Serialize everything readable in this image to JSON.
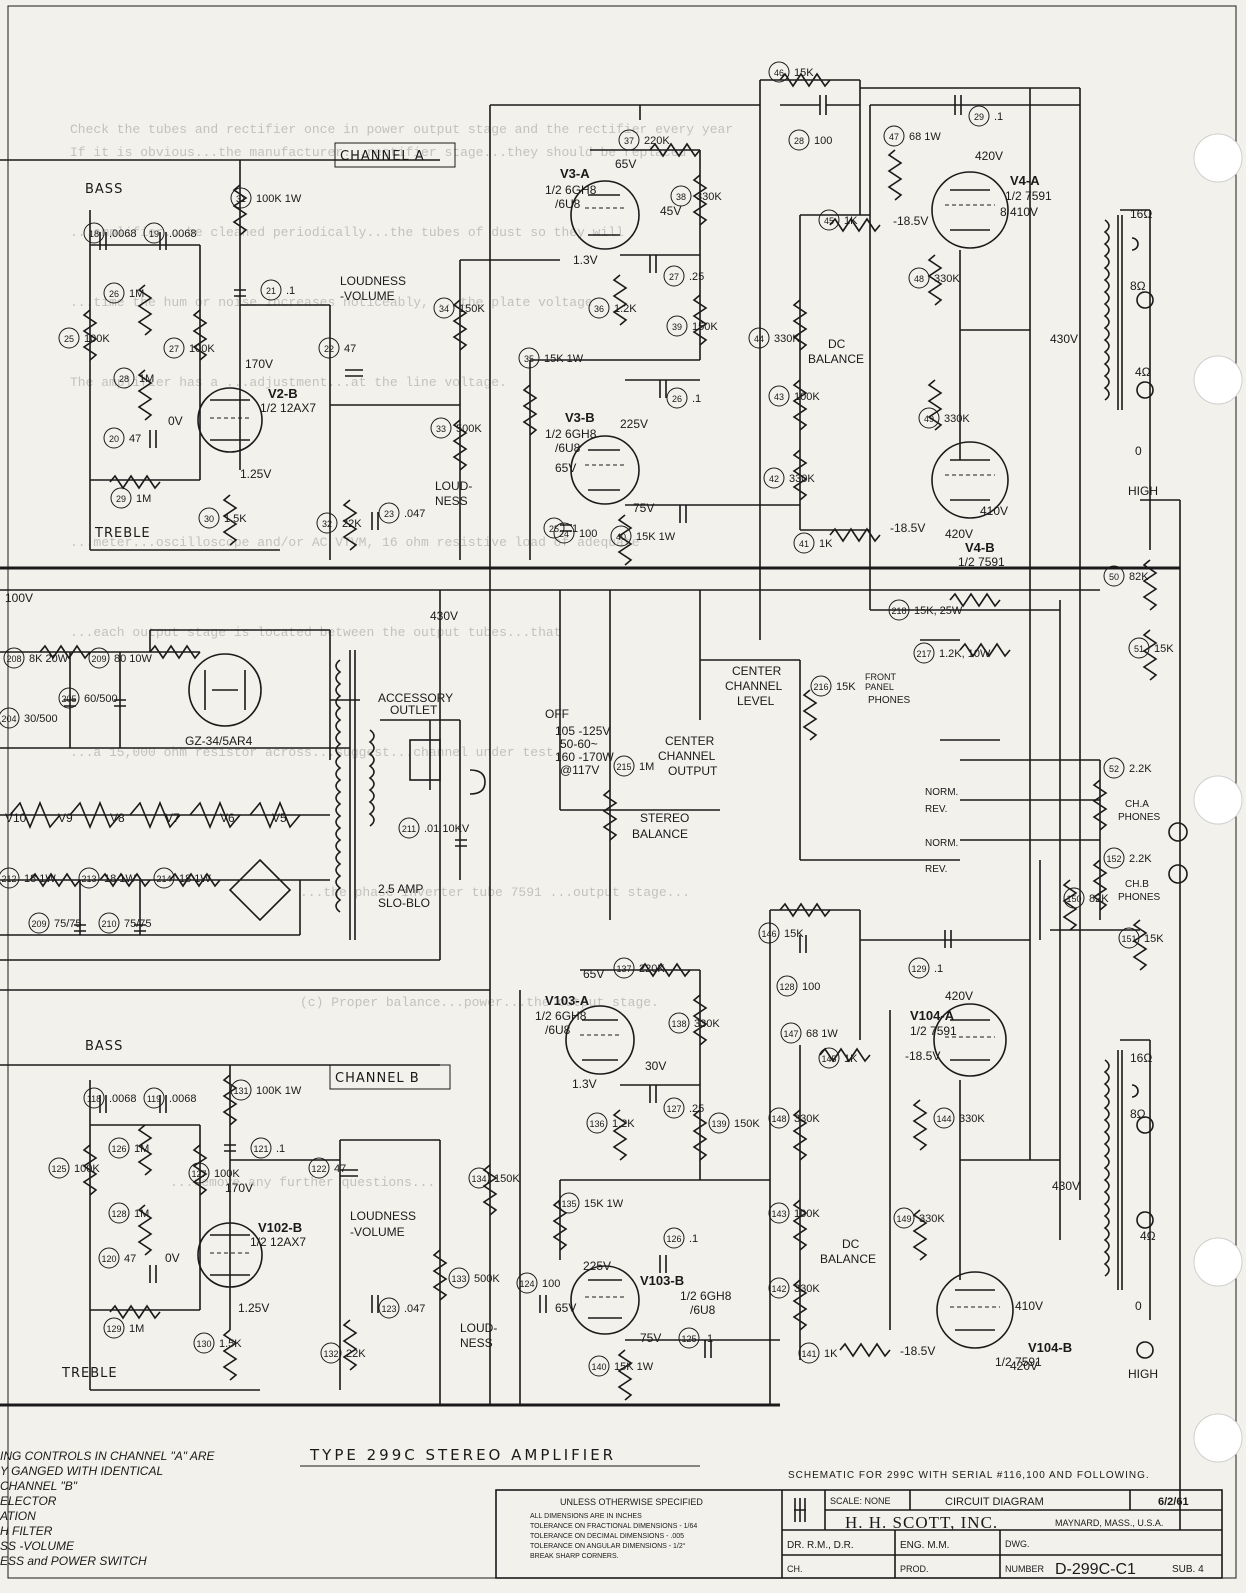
{
  "sheet": {
    "title": "TYPE 299C STEREO AMPLIFIER",
    "schematic_note": "SCHEMATIC FOR 299C WITH SERIAL #116,100 AND FOLLOWING."
  },
  "channels": {
    "a": "CHANNEL A",
    "b": "CHANNEL B"
  },
  "labels": {
    "bass": "BASS",
    "treble": "TREBLE",
    "loudness_volume_1": "LOUDNESS",
    "loudness_volume_2": "-VOLUME",
    "loudness_1": "LOUD-",
    "loudness_2": "NESS",
    "dc_balance_1": "DC",
    "dc_balance_2": "BALANCE",
    "stereo_balance_1": "STEREO",
    "stereo_balance_2": "BALANCE",
    "center_level_1": "CENTER",
    "center_level_2": "CHANNEL",
    "center_level_3": "LEVEL",
    "center_output_1": "CENTER",
    "center_output_2": "CHANNEL",
    "center_output_3": "OUTPUT",
    "accessory_1": "ACCESSORY",
    "accessory_2": "OUTLET",
    "front_panel_1": "FRONT",
    "front_panel_2": "PANEL",
    "phones": "PHONES",
    "cha_phones_1": "CH.A",
    "cha_phones_2": "PHONES",
    "chb_phones_1": "CH.B",
    "chb_phones_2": "PHONES",
    "norm": "NORM.",
    "rev": "REV.",
    "high": "HIGH",
    "off": "OFF",
    "mains_1": "105 -125V",
    "mains_2": "50-60~",
    "mains_3": "160 -170W",
    "mains_4": "@117V",
    "fuse_1": "2.5 AMP",
    "fuse_2": "SLO-BLO",
    "rectifier": "GZ-34/5AR4"
  },
  "tubes": {
    "v3a": [
      "V3-A",
      "1/2 6GH8",
      "/6U8"
    ],
    "v3b": [
      "V3-B",
      "1/2 6GH8",
      "/6U8"
    ],
    "v4a": [
      "V4-A",
      "1/2 7591"
    ],
    "v4b": [
      "V4-B",
      "1/2 7591"
    ],
    "v2b": [
      "V2-B",
      "1/2 12AX7"
    ],
    "v103a": [
      "V103-A",
      "1/2 6GH8",
      "/6U8"
    ],
    "v103b": [
      "V103-B",
      "1/2 6GH8",
      "/6U8"
    ],
    "v104a": [
      "V104-A",
      "1/2 7591"
    ],
    "v104b": [
      "V104-B",
      "1/2 7591"
    ],
    "v102b": [
      "V102-B",
      "1/2 12AX7"
    ],
    "heaters": [
      "V10",
      "V9",
      "V8",
      "V7",
      "V6",
      "V5"
    ]
  },
  "voltages": [
    "65V",
    "45V",
    "1.3V",
    "225V",
    "75V",
    "420V",
    "410V",
    "-18.5V",
    "430V",
    "170V",
    "0V",
    "1.25V",
    "100V",
    "30V",
    "1.3V",
    "65V",
    "8 410V"
  ],
  "taps": [
    "16Ω",
    "8Ω",
    "4Ω",
    "0",
    "16Ω",
    "8Ω",
    "4Ω",
    "0"
  ],
  "components_a": [
    {
      "ref": "46",
      "val": "15K"
    },
    {
      "ref": "28",
      "val": "100"
    },
    {
      "ref": "29",
      "val": ".1"
    },
    {
      "ref": "37",
      "val": "220K"
    },
    {
      "ref": "38",
      "val": "330K"
    },
    {
      "ref": "47",
      "val": "68 1W"
    },
    {
      "ref": "45",
      "val": "1K"
    },
    {
      "ref": "27",
      "val": ".25"
    },
    {
      "ref": "36",
      "val": "1.2K"
    },
    {
      "ref": "39",
      "val": "150K"
    },
    {
      "ref": "48",
      "val": "330K"
    },
    {
      "ref": "44",
      "val": "330K"
    },
    {
      "ref": "35",
      "val": "15K 1W"
    },
    {
      "ref": "26",
      "val": ".1"
    },
    {
      "ref": "43",
      "val": "100K"
    },
    {
      "ref": "49",
      "val": "330K"
    },
    {
      "ref": "42",
      "val": "330K"
    },
    {
      "ref": "25",
      "val": ".1"
    },
    {
      "ref": "24",
      "val": "100"
    },
    {
      "ref": "40",
      "val": "15K 1W"
    },
    {
      "ref": "41",
      "val": "1K"
    },
    {
      "ref": "31",
      "val": "100K 1W"
    },
    {
      "ref": "18",
      "val": ".0068"
    },
    {
      "ref": "19",
      "val": ".0068"
    },
    {
      "ref": "21",
      "val": ".1"
    },
    {
      "ref": "26",
      "val": "1M"
    },
    {
      "ref": "25",
      "val": "100K"
    },
    {
      "ref": "27",
      "val": "100K"
    },
    {
      "ref": "28",
      "val": "1M"
    },
    {
      "ref": "20",
      "val": "47"
    },
    {
      "ref": "29",
      "val": "1M"
    },
    {
      "ref": "30",
      "val": "1.5K"
    },
    {
      "ref": "22",
      "val": "47"
    },
    {
      "ref": "34",
      "val": "150K"
    },
    {
      "ref": "33",
      "val": "500K"
    },
    {
      "ref": "32",
      "val": "22K"
    },
    {
      "ref": "23",
      "val": ".047"
    },
    {
      "ref": "50",
      "val": "82K"
    },
    {
      "ref": "51",
      "val": "15K"
    }
  ],
  "components_psu": [
    {
      "ref": "208",
      "val": "8K 20W"
    },
    {
      "ref": "209",
      "val": "80 10W"
    },
    {
      "ref": "204",
      "val": "30/500"
    },
    {
      "ref": "205",
      "val": "60/500"
    },
    {
      "ref": "211",
      "val": ".01 10KV"
    },
    {
      "ref": "212",
      "val": "18 1W"
    },
    {
      "ref": "213",
      "val": "18 1W"
    },
    {
      "ref": "214",
      "val": "18 1W"
    },
    {
      "ref": "209",
      "val": "75/75"
    },
    {
      "ref": "210",
      "val": "75/75"
    },
    {
      "ref": "218",
      "val": "15K, 25W"
    },
    {
      "ref": "217",
      "val": "1.2K, 10W"
    },
    {
      "ref": "216",
      "val": "15K"
    },
    {
      "ref": "215",
      "val": "1M"
    }
  ],
  "components_b": [
    {
      "ref": "146",
      "val": "15K"
    },
    {
      "ref": "128",
      "val": "100"
    },
    {
      "ref": "129",
      "val": ".1"
    },
    {
      "ref": "137",
      "val": "220K"
    },
    {
      "ref": "138",
      "val": "330K"
    },
    {
      "ref": "147",
      "val": "68 1W"
    },
    {
      "ref": "145",
      "val": "1K"
    },
    {
      "ref": "127",
      "val": ".25"
    },
    {
      "ref": "136",
      "val": "1.2K"
    },
    {
      "ref": "139",
      "val": "150K"
    },
    {
      "ref": "144",
      "val": "330K"
    },
    {
      "ref": "148",
      "val": "330K"
    },
    {
      "ref": "135",
      "val": "15K 1W"
    },
    {
      "ref": "126",
      "val": ".1"
    },
    {
      "ref": "143",
      "val": "100K"
    },
    {
      "ref": "149",
      "val": "330K"
    },
    {
      "ref": "142",
      "val": "330K"
    },
    {
      "ref": "124",
      "val": "100"
    },
    {
      "ref": "125",
      "val": ".1"
    },
    {
      "ref": "140",
      "val": "15K 1W"
    },
    {
      "ref": "141",
      "val": "1K"
    },
    {
      "ref": "131",
      "val": "100K 1W"
    },
    {
      "ref": "118",
      "val": ".0068"
    },
    {
      "ref": "119",
      "val": ".0068"
    },
    {
      "ref": "121",
      "val": ".1"
    },
    {
      "ref": "126",
      "val": "1M"
    },
    {
      "ref": "125",
      "val": "100K"
    },
    {
      "ref": "127",
      "val": "100K"
    },
    {
      "ref": "128",
      "val": "1M"
    },
    {
      "ref": "120",
      "val": "47"
    },
    {
      "ref": "129",
      "val": "1M"
    },
    {
      "ref": "130",
      "val": "1.5K"
    },
    {
      "ref": "122",
      "val": "47"
    },
    {
      "ref": "134",
      "val": "150K"
    },
    {
      "ref": "133",
      "val": "500K"
    },
    {
      "ref": "132",
      "val": "22K"
    },
    {
      "ref": "123",
      "val": ".047"
    },
    {
      "ref": "150",
      "val": "82K"
    },
    {
      "ref": "151",
      "val": "15K"
    },
    {
      "ref": "52",
      "val": "2.2K"
    },
    {
      "ref": "152",
      "val": "2.2K"
    }
  ],
  "notes": [
    "ING CONTROLS IN CHANNEL \"A\" ARE",
    "Y GANGED WITH IDENTICAL",
    "CHANNEL \"B\"",
    "ELECTOR",
    "ATION",
    "H FILTER",
    "SS -VOLUME",
    "ESS and POWER SWITCH"
  ],
  "title_block": {
    "unless": "UNLESS OTHERWISE SPECIFIED",
    "tolerances": [
      "ALL DIMENSIONS ARE IN INCHES",
      "TOLERANCE ON FRACTIONAL DIMENSIONS - 1/64",
      "TOLERANCE ON DECIMAL DIMENSIONS - .005",
      "TOLERANCE ON ANGULAR DIMENSIONS - 1/2°",
      "BREAK SHARP CORNERS."
    ],
    "scale": "SCALE: NONE",
    "doc_type": "CIRCUIT DIAGRAM",
    "date": "6/2/61",
    "company": "H. H. SCOTT, INC.",
    "location": "MAYNARD, MASS., U.S.A.",
    "dr": "DR. R.M., D.R.",
    "ch": "CH.",
    "eng": "ENG. M.M.",
    "prod": "PROD.",
    "dwg": "DWG.",
    "number_label": "NUMBER",
    "number": "D-299C-C1",
    "sub": "SUB. 4"
  }
}
